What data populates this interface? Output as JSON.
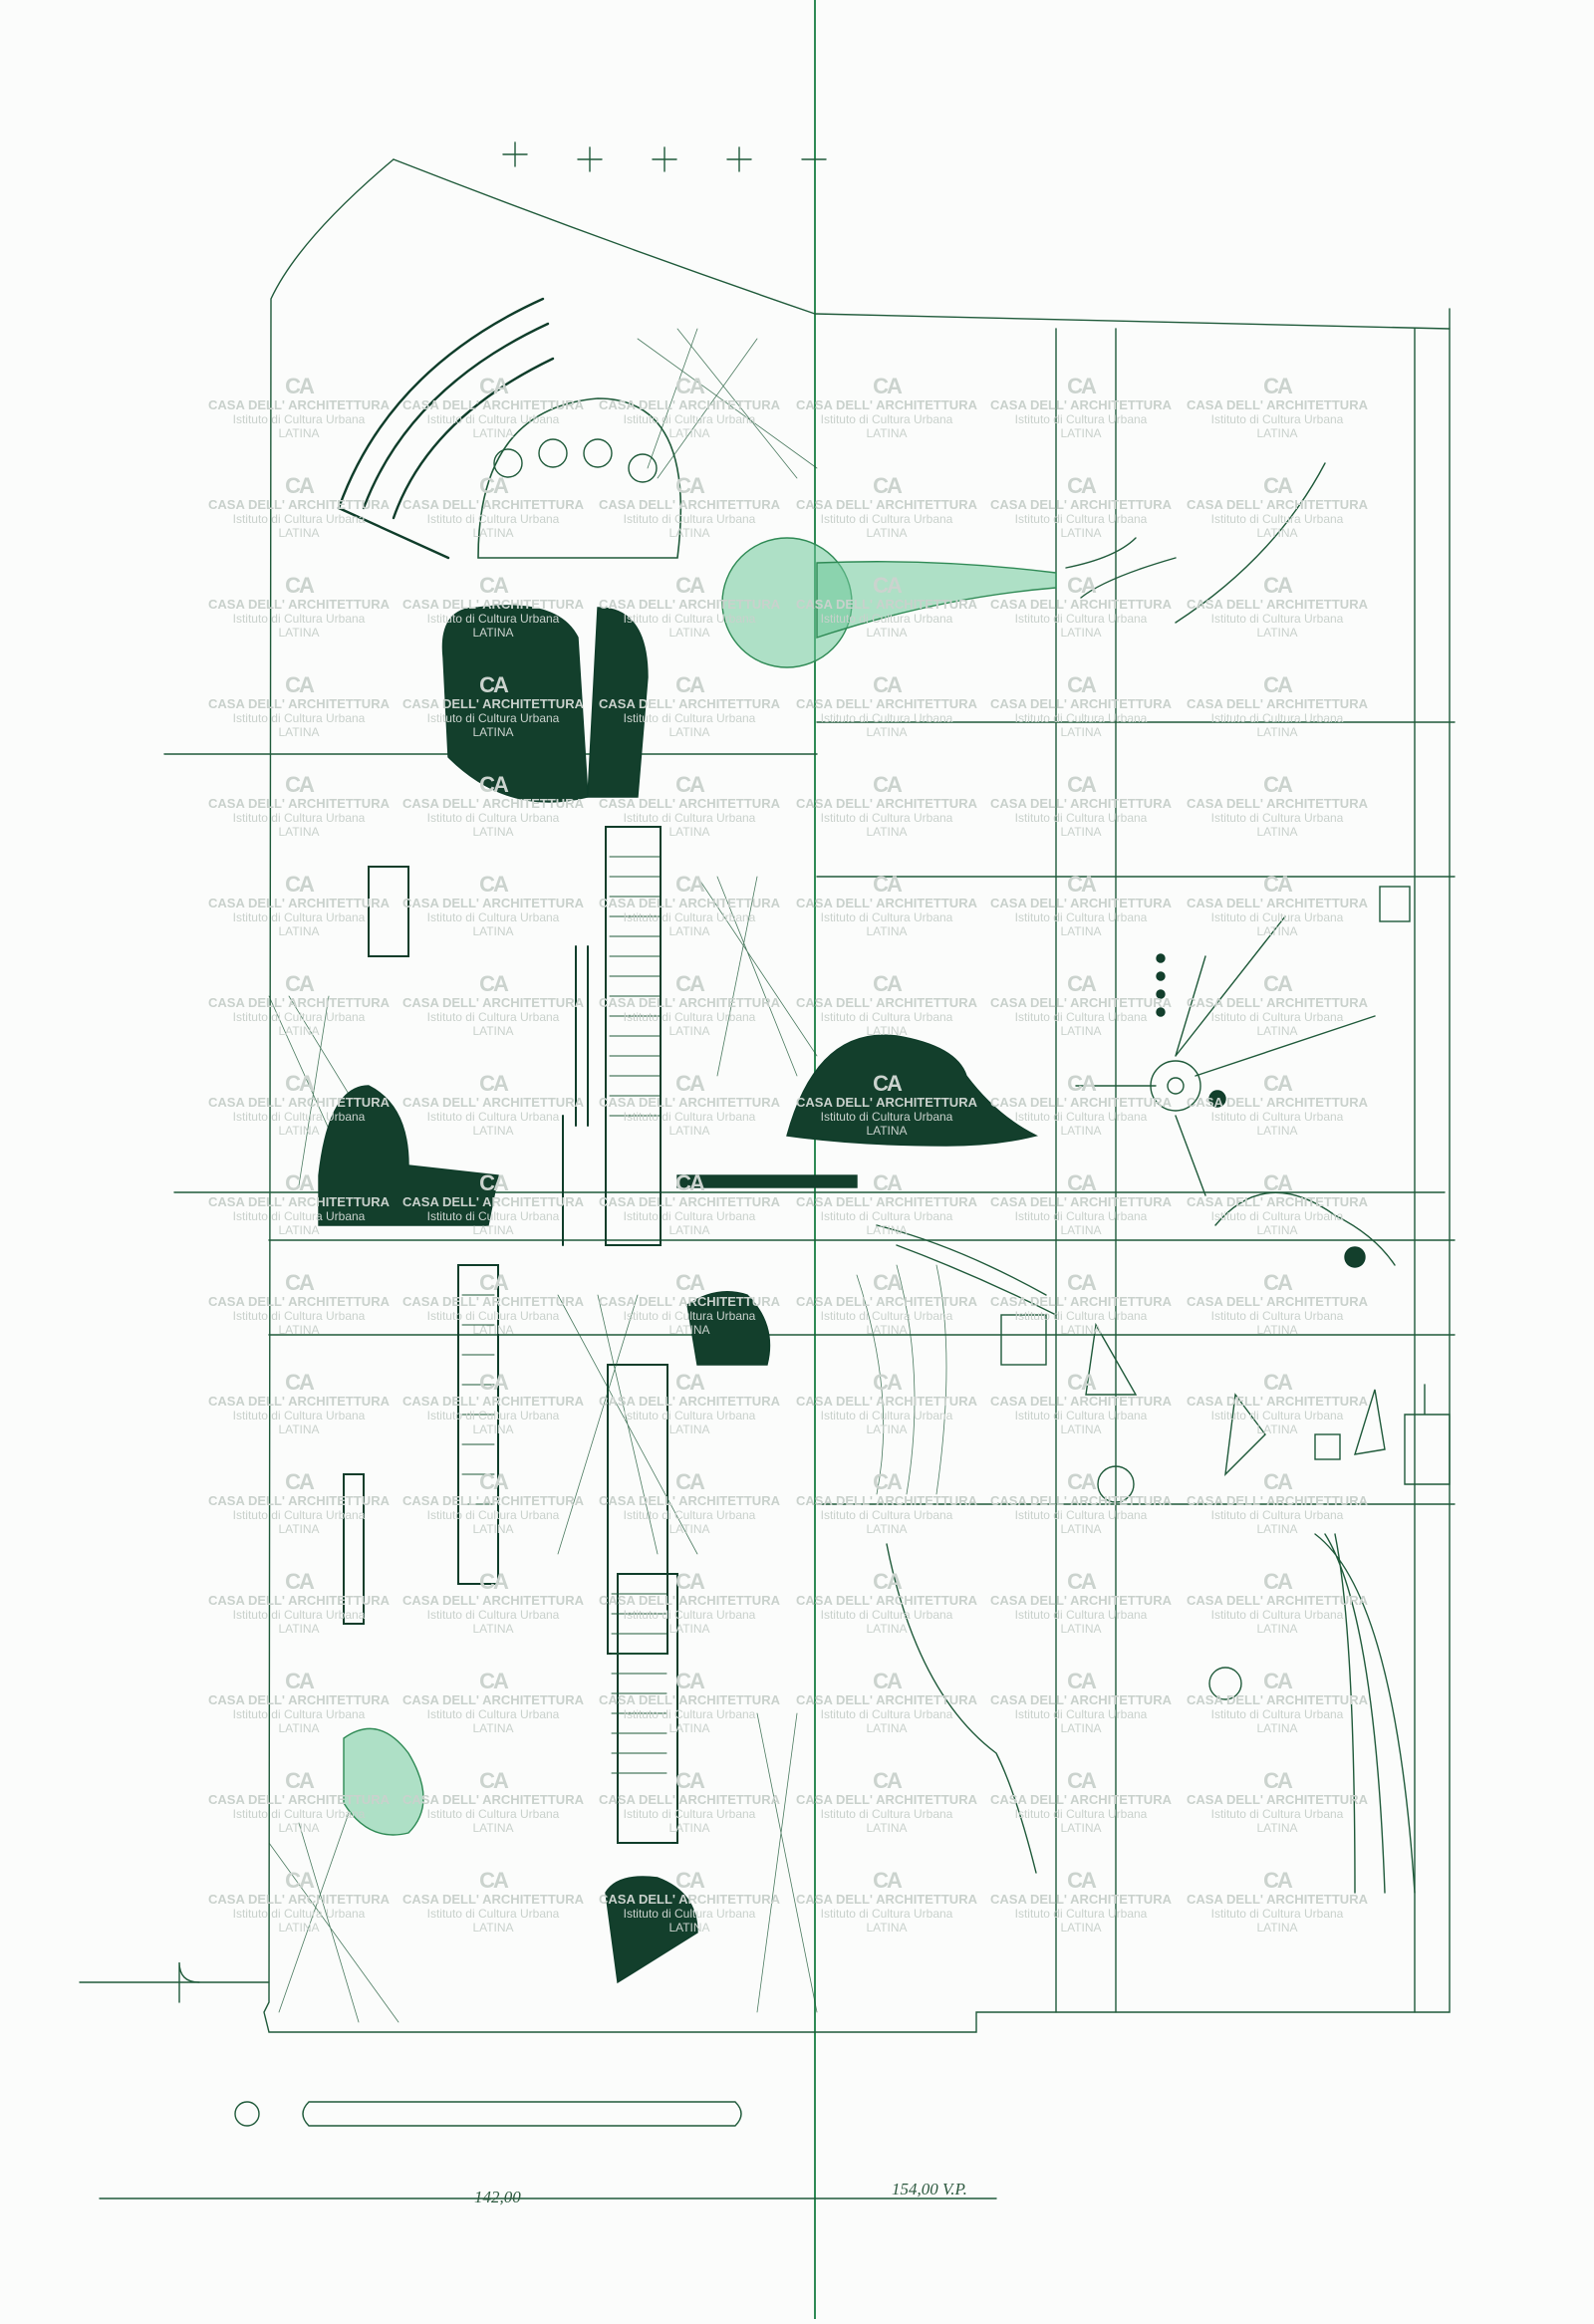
{
  "colors": {
    "ink": "#1f5a3a",
    "ink_dark": "#0f3d2a",
    "fill_dark": "#133f2c",
    "fill_light": "#6fc89a",
    "paper": "#fbfcfb",
    "watermark": "#c9d1cc"
  },
  "watermark": {
    "logo": "CA",
    "line1": "CASA DELL' ARCHITETTURA",
    "line2": "Istituto di Cultura Urbana",
    "line3": "LATINA"
  },
  "dimensions": {
    "left": "142,00",
    "right": "154,00 V.P."
  }
}
